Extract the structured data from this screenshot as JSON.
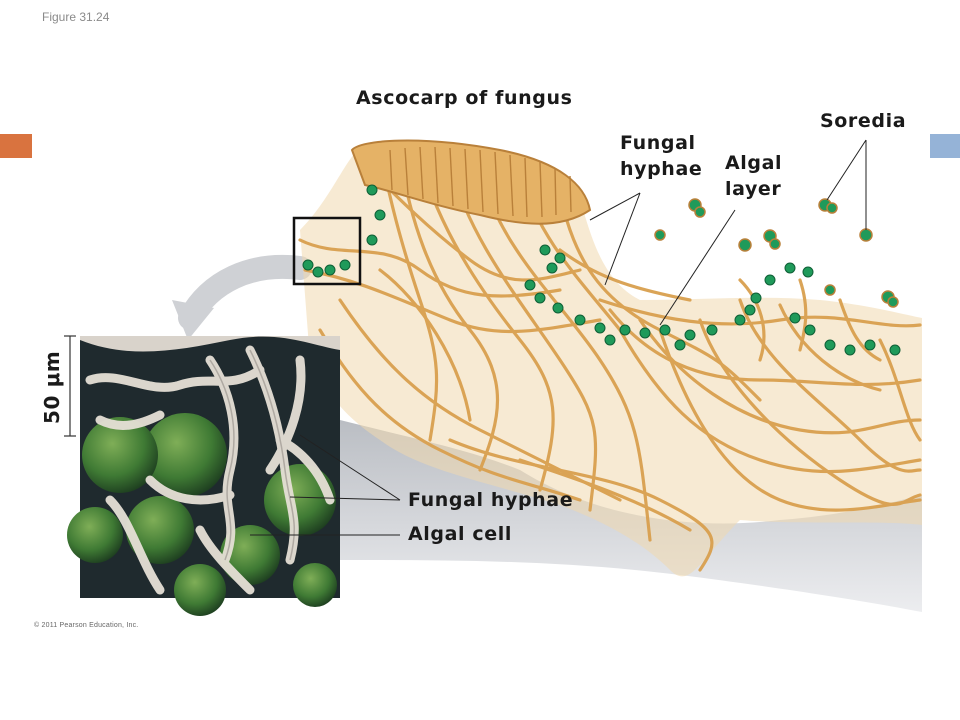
{
  "figure_number": "Figure 31.24",
  "copyright": "© 2011 Pearson Education, Inc.",
  "labels": {
    "ascocarp": "Ascocarp of fungus",
    "soredia": "Soredia",
    "fungal_hyphae_top_1": "Fungal",
    "fungal_hyphae_top_2": "hyphae",
    "algal_layer_1": "Algal",
    "algal_layer_2": "layer",
    "fungal_hyphae_bottom": "Fungal hyphae",
    "algal_cell": "Algal cell",
    "scale_bar": "50 μm"
  },
  "colors": {
    "accent_left": "#d9733f",
    "accent_right": "#95b3d7",
    "hyphae": "#e0a85a",
    "hyphae_dark": "#b9803a",
    "algae": "#1f9a5a",
    "shadow_bg": "#c3c6cc",
    "micrograph_bg": "#1f2a2e"
  }
}
